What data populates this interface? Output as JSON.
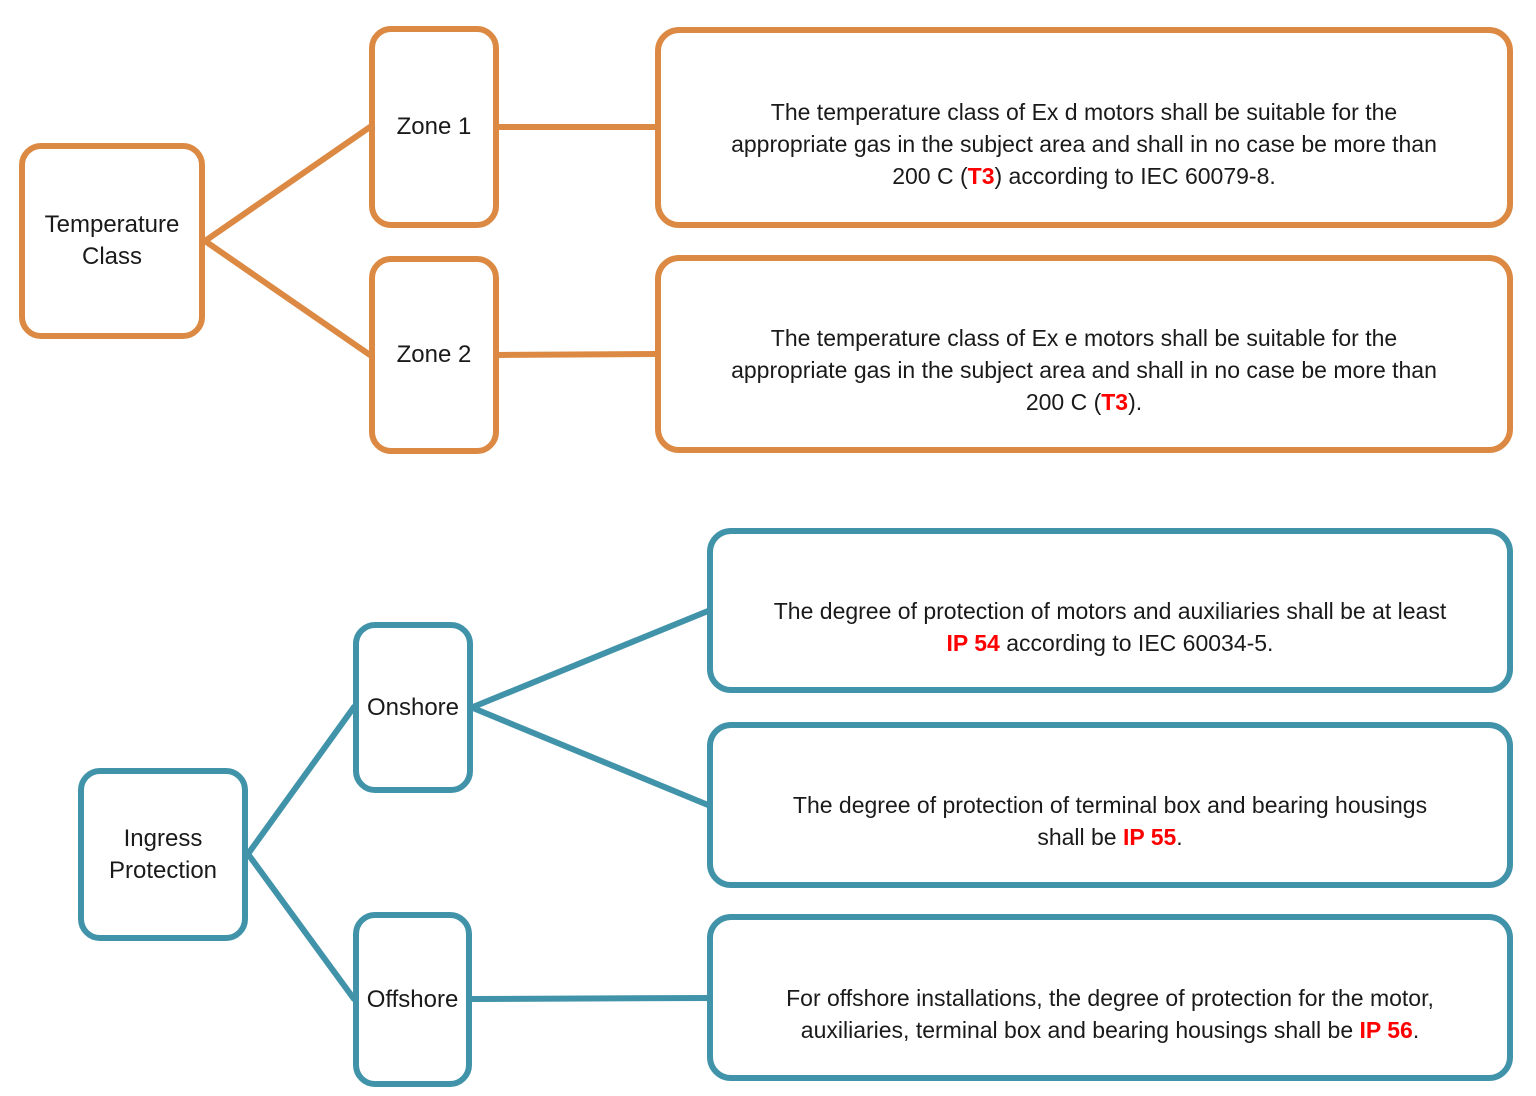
{
  "colors": {
    "orange_branch": "#dc8a43",
    "teal_branch": "#4193a9",
    "highlight_red": "#ff0000",
    "body_text": "#1a1a1a",
    "background": "#ffffff"
  },
  "temperature_tree": {
    "root_label": "Temperature\nClass",
    "zones": [
      {
        "label": "Zone 1",
        "detail": {
          "pre": "The temperature class of Ex d motors shall be suitable for the\nappropriate gas in the subject area and shall in no case be more than\n200 C (",
          "red": "T3",
          "post": ") according to IEC 60079-8."
        }
      },
      {
        "label": "Zone 2",
        "detail": {
          "pre": "The temperature class of Ex e motors shall be suitable for the\nappropriate gas in the subject area and shall in no case be more than\n200 C (",
          "red": "T3",
          "post": ")."
        }
      }
    ]
  },
  "ingress_tree": {
    "root_label": "Ingress\nProtection",
    "onshore": {
      "label": "Onshore",
      "details": [
        {
          "pre": "The degree of protection of motors and auxiliaries shall be at least\n",
          "red": "IP 54",
          "post": " according to IEC 60034-5."
        },
        {
          "pre": "The degree of protection of terminal box and bearing housings\nshall be ",
          "red": "IP 55",
          "post": "."
        }
      ]
    },
    "offshore": {
      "label": "Offshore",
      "details": [
        {
          "pre": "For offshore installations, the degree of protection for the motor,\nauxiliaries, terminal box and bearing housings shall be ",
          "red": "IP 56",
          "post": "."
        }
      ]
    }
  }
}
